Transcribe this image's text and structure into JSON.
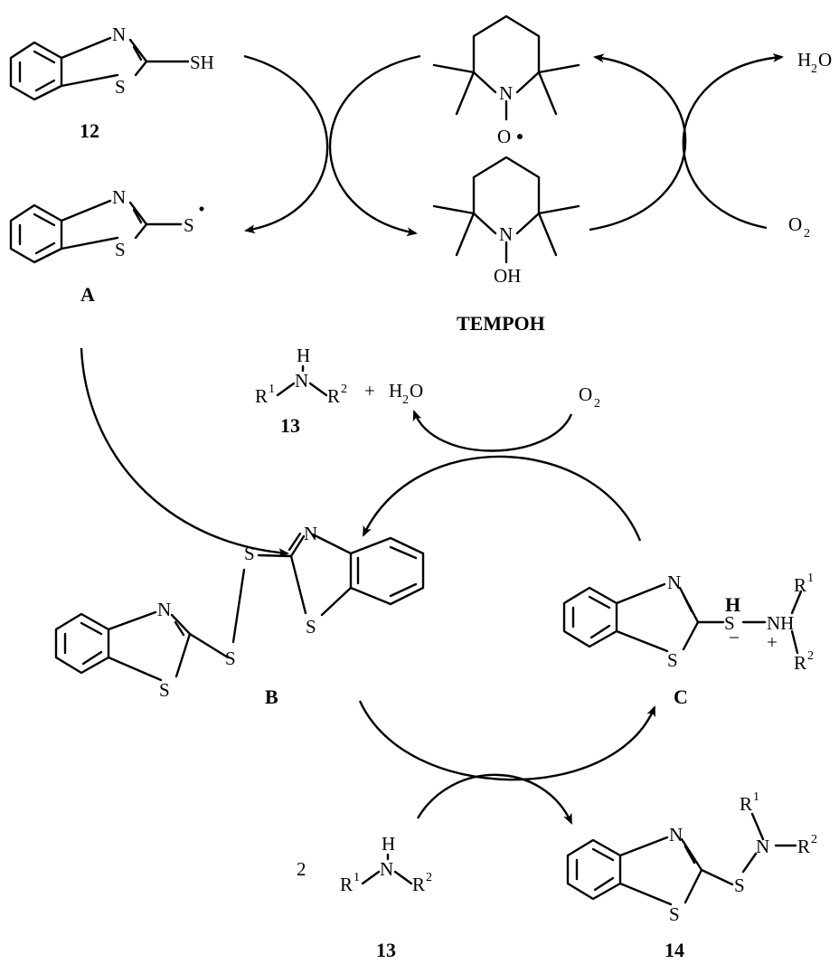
{
  "compounds": {
    "c12": {
      "label": "12",
      "group": "SH"
    },
    "a": {
      "label": "A",
      "group": "S"
    },
    "tempo": {
      "n": "N",
      "o": "O"
    },
    "tempoh": {
      "label": "TEMPOH",
      "n": "N",
      "oh": "OH"
    },
    "b": {
      "label": "B"
    },
    "c": {
      "label": "C",
      "h": "H",
      "s": "S",
      "nh": "NH",
      "minus": "−",
      "plus": "+"
    },
    "c14": {
      "label": "14"
    },
    "c13": {
      "label": "13",
      "coefficient": "2"
    }
  },
  "atoms": {
    "n": "N",
    "s": "S",
    "h": "H",
    "r": "R",
    "one": "1",
    "two": "2"
  },
  "species": {
    "water_h": "H",
    "water_o": "O",
    "two": "2",
    "oxygen_o": "O",
    "plus": "+"
  }
}
